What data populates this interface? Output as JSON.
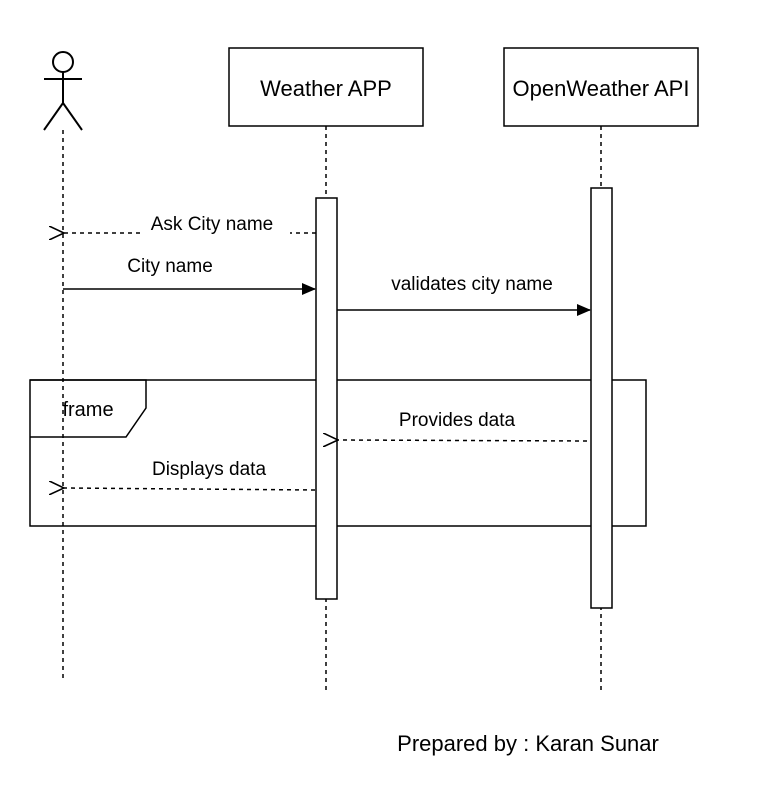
{
  "participants": {
    "weather_app": "Weather APP",
    "openweather_api": "OpenWeather API"
  },
  "messages": {
    "ask_city_name": "Ask City name",
    "city_name": "City name",
    "validates_city_name": "validates city name",
    "provides_data": "Provides data",
    "displays_data": "Displays data"
  },
  "frame": {
    "label": "frame"
  },
  "footer": {
    "prepared_by": "Prepared by : Karan Sunar"
  },
  "colors": {
    "stroke": "#000000",
    "background": "#ffffff"
  }
}
